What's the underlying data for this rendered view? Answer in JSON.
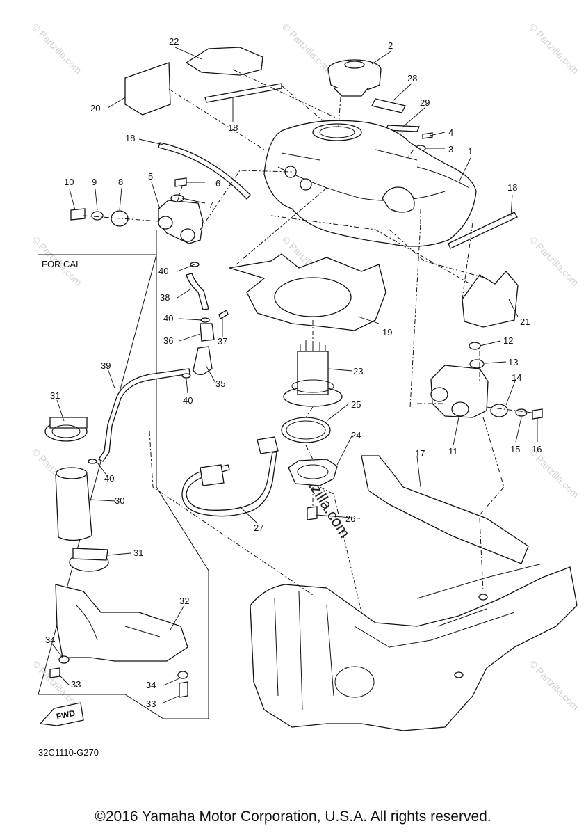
{
  "group_label": "FOR CAL",
  "diagram_code": "32C1110-G270",
  "fwd_label": "FWD",
  "copyright": "©2016 Yamaha Motor Corporation, U.S.A. All rights reserved.",
  "watermark": "© Partzilla.com",
  "watermark_center": "Partzilla.com",
  "callouts": {
    "p1": "1",
    "p2": "2",
    "p3": "3",
    "p4": "4",
    "p5": "5",
    "p6": "6",
    "p7": "7",
    "p8": "8",
    "p9": "9",
    "p10": "10",
    "p11": "11",
    "p12": "12",
    "p13": "13",
    "p14": "14",
    "p15": "15",
    "p16": "16",
    "p17": "17",
    "p18a": "18",
    "p18b": "18",
    "p18c": "18",
    "p19": "19",
    "p20": "20",
    "p21": "21",
    "p22": "22",
    "p23": "23",
    "p24": "24",
    "p25": "25",
    "p26": "26",
    "p27": "27",
    "p28": "28",
    "p29": "29",
    "p30": "30",
    "p31a": "31",
    "p31b": "31",
    "p32": "32",
    "p33a": "33",
    "p33b": "33",
    "p34a": "34",
    "p34b": "34",
    "p35": "35",
    "p36": "36",
    "p37": "37",
    "p38": "38",
    "p39": "39",
    "p40a": "40",
    "p40b": "40",
    "p40c": "40",
    "p40d": "40"
  }
}
